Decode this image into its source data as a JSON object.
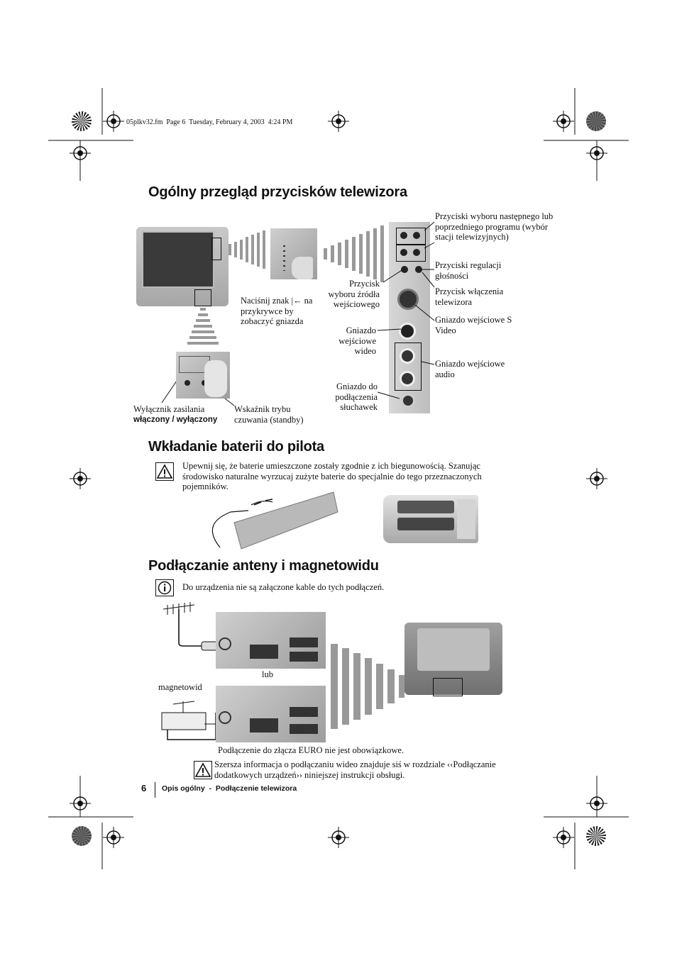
{
  "header": {
    "file_info": "05plkv32.fm  Page 6  Tuesday, February 4, 2003  4:24 PM"
  },
  "section1": {
    "title": "Ogólny przegląd przycisków telewizora",
    "notes": {
      "press_sign_line1": "Naciśnij znak",
      "press_sign_rest": "na przykrywce by zobaczyć gniazda",
      "power_switch": "Wyłącznik zasilania",
      "power_switch_bold": "włączony / wyłączony",
      "standby": "Wskaźnik trybu czuwania (standby)",
      "input_select": "Przycisk wyboru źródła wejściowego",
      "video_in": "Gniazdo wejściowe wideo",
      "headphones": "Gniazdo do podłączenia słuchawek",
      "prog_buttons": "Przyciski wyboru następnego lub poprzedniego programu (wybór stacji telewizyjnych)",
      "volume": "Przyciski regulacji głośności",
      "power_button": "Przycisk włączenia telewizora",
      "svideo": "Gniazdo wejściowe S Video",
      "audio_in": "Gniazdo wejściowe audio"
    }
  },
  "section2": {
    "title": "Wkładanie baterii do pilota",
    "warning_text": "Upewnij się, że baterie umieszczone zostały zgodnie z ich biegunowością. Szanując środowisko naturalne wyrzucaj zużyte baterie do specjalnie do tego przeznaczonych pojemników."
  },
  "section3": {
    "title": "Podłączanie anteny i magnetowidu",
    "info_text": "Do urządzenia nie są załączone kable do tych podłączeń.",
    "or_label": "lub",
    "vcr_label": "magnetowid",
    "euro_note": "Podłączenie do złącza EURO nie jest obowiązkowe.",
    "warning_text": "Szersza informacja o podłączaniu wideo znajduje siś w rozdziale ‹‹Podłączanie dodatkowych urządzeń›› niniejszej instrukcji obsługi."
  },
  "footer": {
    "page_number": "6",
    "breadcrumb": "Opis ogólny  -  Podłączenie telewizora"
  },
  "icons": {
    "registration": "crosshair-registration-icon",
    "warning": "warning-triangle-icon",
    "info": "info-icon"
  }
}
